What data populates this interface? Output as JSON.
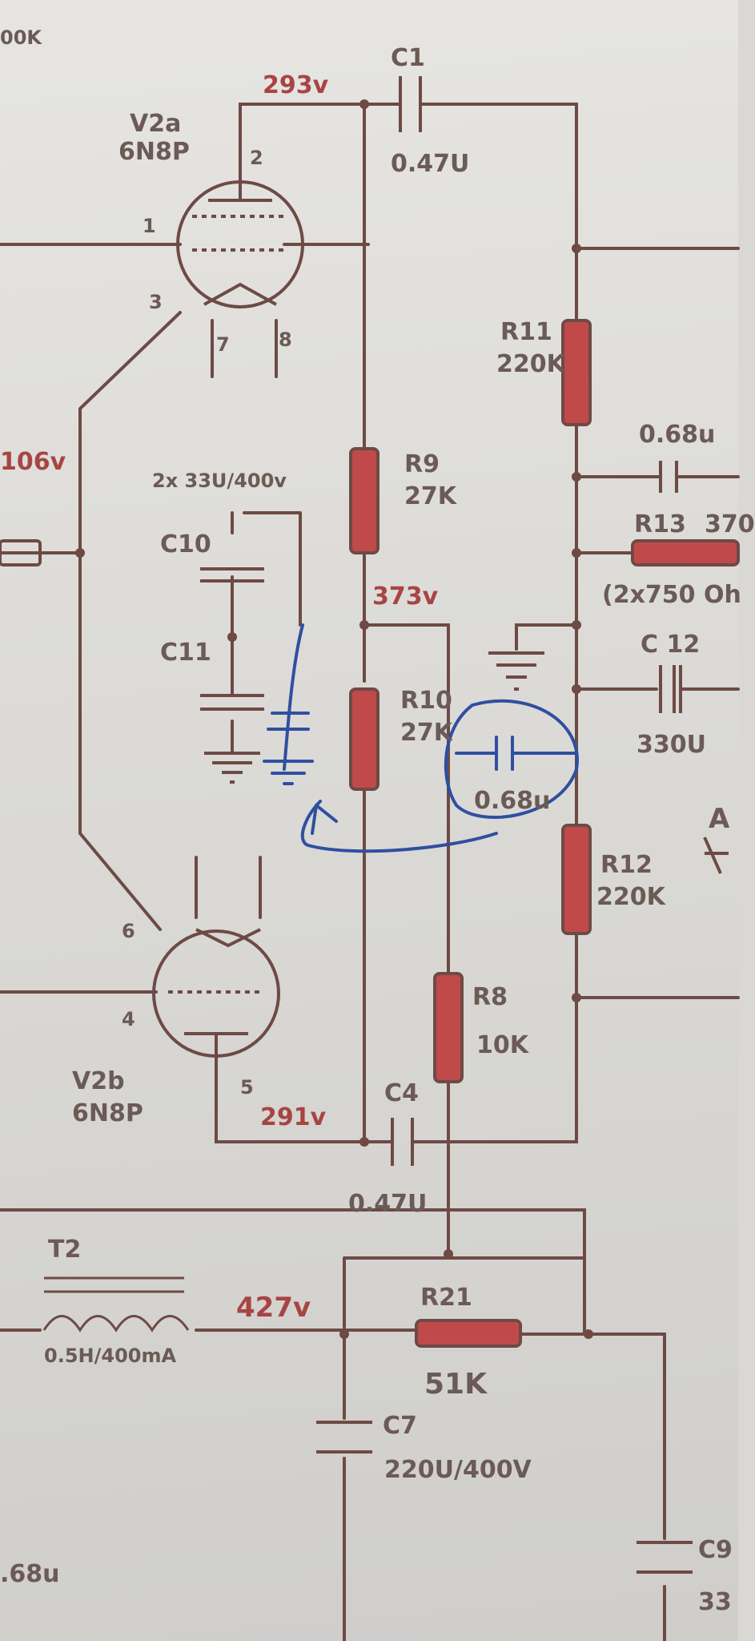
{
  "labels": {
    "top_left_fragment": "00K",
    "v293": "293v",
    "c1_name": "C1",
    "c1_value": "0.47U",
    "v2a_name": "V2a",
    "v2a_type": "6N8P",
    "pin2": "2",
    "pin1": "1",
    "pin3": "3",
    "pin7": "7",
    "pin8": "8",
    "v106": "106v",
    "r11_name": "R11",
    "r11_value": "220K",
    "cap_068_top": "0.68u",
    "r9_name": "R9",
    "r9_value": "27K",
    "c10c11_spec": "2x 33U/400v",
    "c10_name": "C10",
    "c11_name": "C11",
    "r13_name": "R13",
    "r13_value": "370",
    "r13_note": "(2x750 Oh",
    "v373": "373v",
    "c12_name": "C 12",
    "c12_value": "330U",
    "r10_name": "R10",
    "r10_value": "27K",
    "cap_068_hand": "0.68u",
    "r12_name": "R12",
    "r12_value": "220K",
    "arrow_letter": "A",
    "pin6": "6",
    "pin4": "4",
    "pin5": "5",
    "r8_name": "R8",
    "r8_value": "10K",
    "v2b_name": "V2b",
    "v2b_type": "6N8P",
    "v291": "291v",
    "c4_name": "C4",
    "c4_value": "0.47U",
    "t2_name": "T2",
    "t2_value": "0.5H/400mA",
    "v427": "427v",
    "r21_name": "R21",
    "r21_value": "51K",
    "c7_name": "C7",
    "c7_value": "220U/400V",
    "bottom_left_fragment": ".68u",
    "c9_name": "C9",
    "c9_value_fragment": "33"
  },
  "colors": {
    "wire": "#6e4a45",
    "resistor": "#c04a4a",
    "voltage_text": "#a84444",
    "label_text": "#6b5a55",
    "pen_ink": "#2f4fa0"
  }
}
